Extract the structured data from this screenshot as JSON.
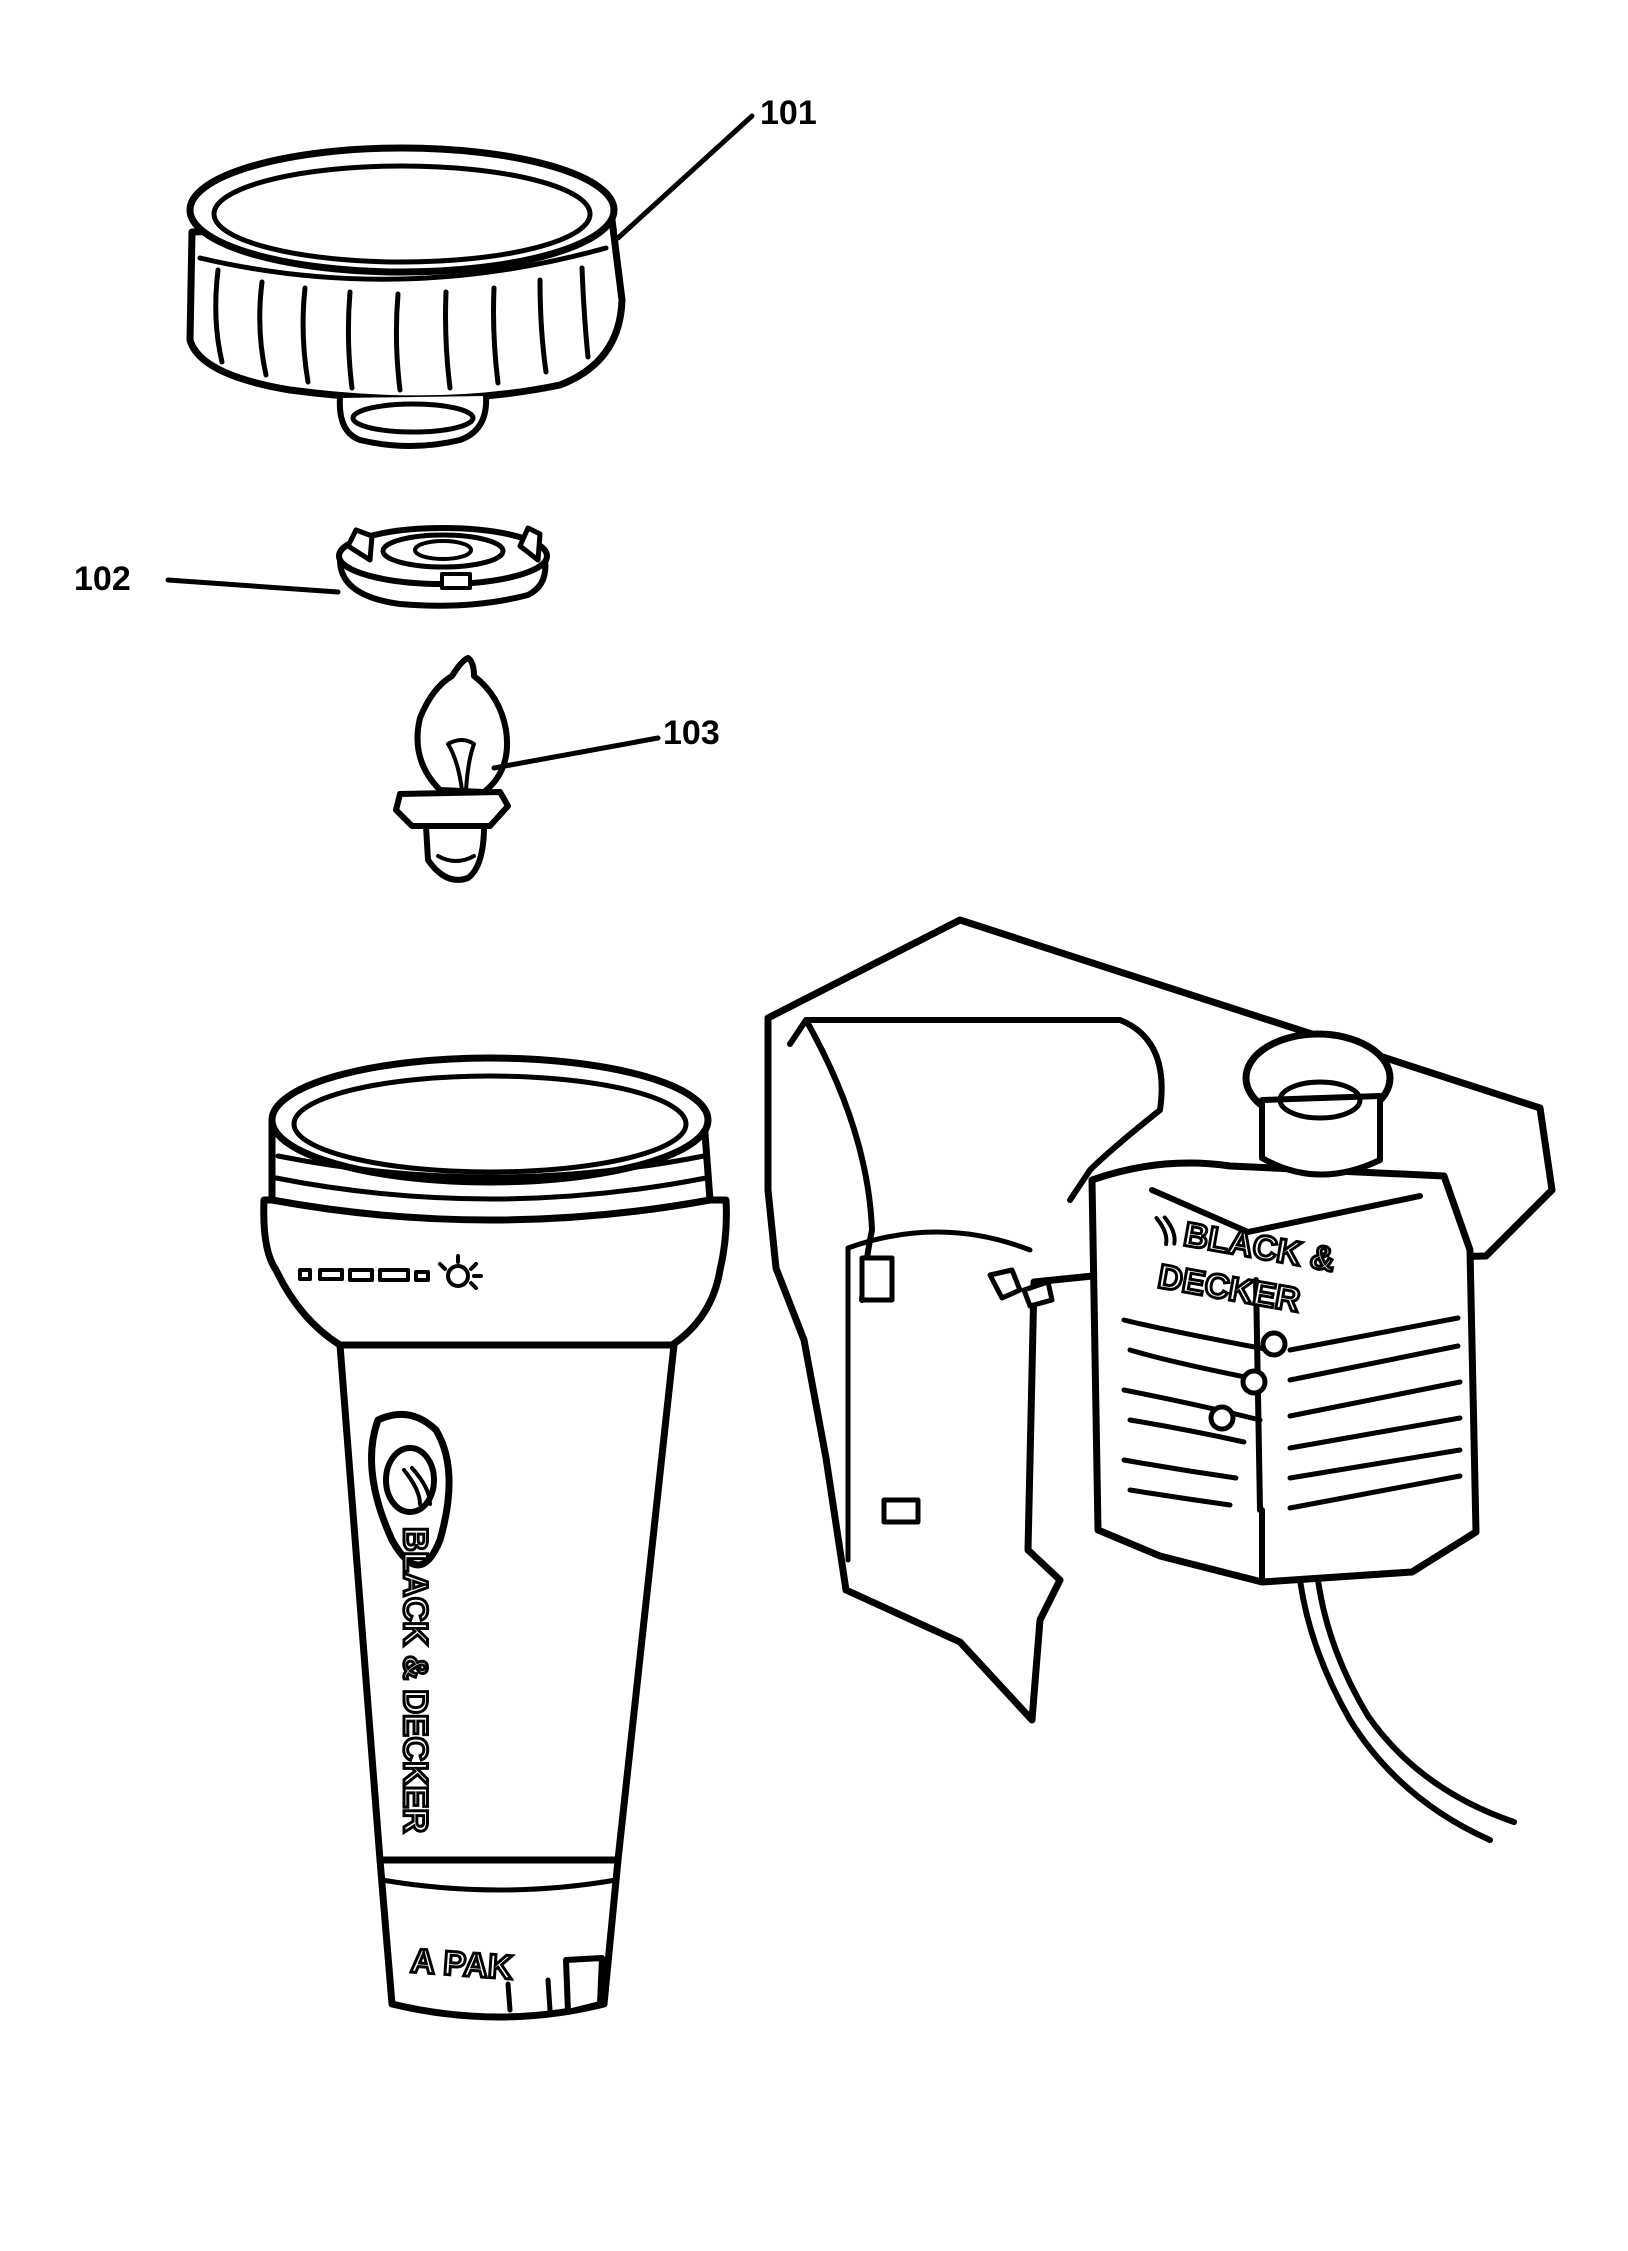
{
  "callouts": {
    "p101": "101",
    "p102": "102",
    "p103": "103"
  },
  "brand_marks": {
    "flashlight_logo": "BLACK & DECKER",
    "flashlight_pack": "A PAK",
    "charger_logo_line1": "BLACK &",
    "charger_logo_line2": "DECKER"
  },
  "colors": {
    "ink": "#000000",
    "paper": "#ffffff"
  }
}
